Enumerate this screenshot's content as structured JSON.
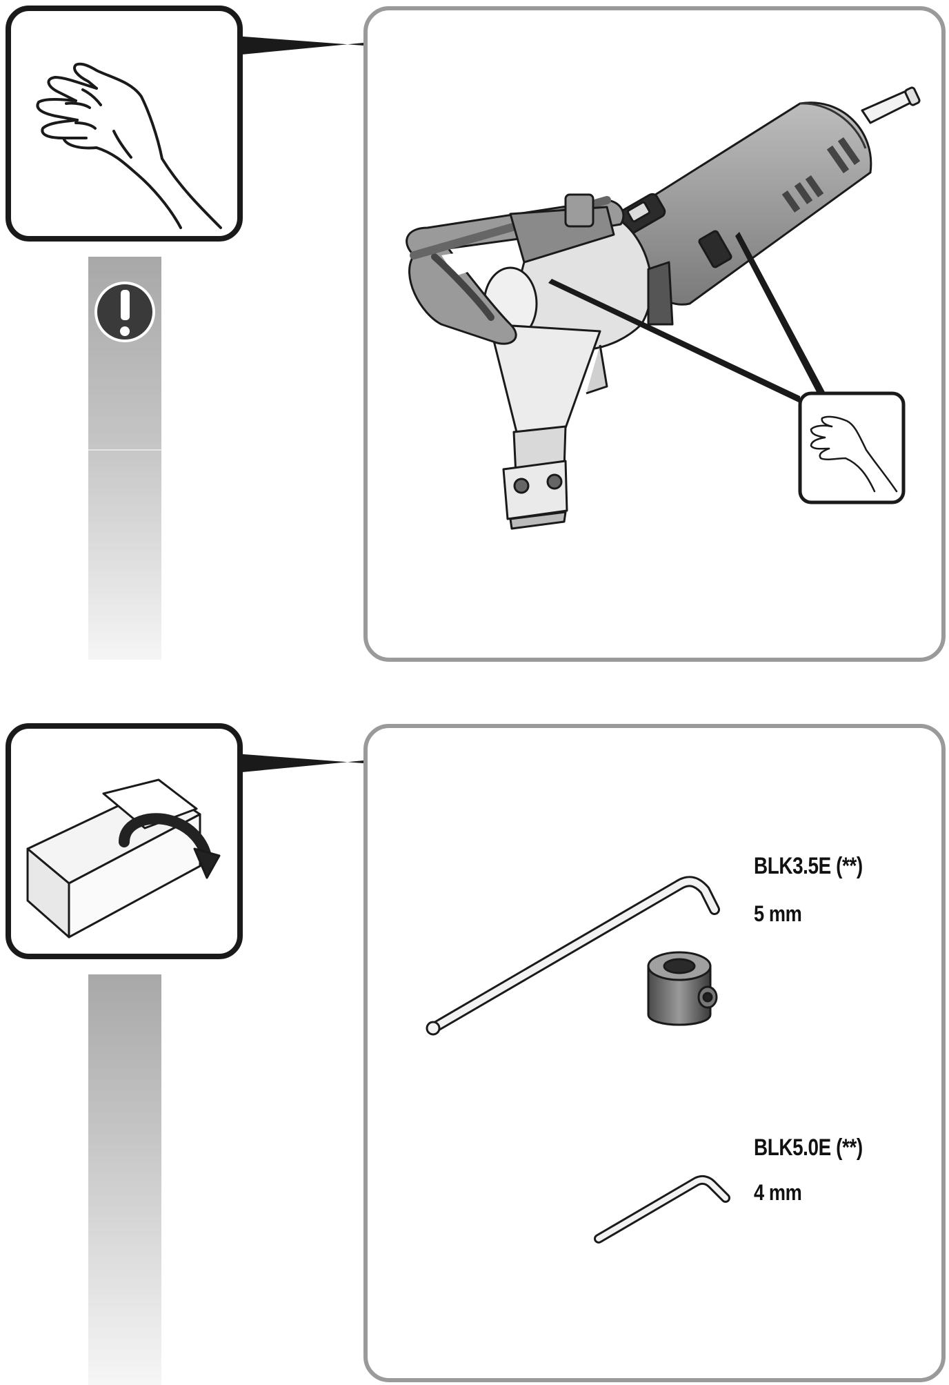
{
  "section1": {
    "bubble_icon": "hand-icon",
    "warning_icon": "exclamation-icon",
    "panel_icon": "nibbler-tool-illustration",
    "callout_icon": "hand-icon"
  },
  "section2": {
    "bubble_icon": "open-box-icon",
    "panel_icon": "hex-key-illustration",
    "items": [
      {
        "model": "BLK3.5E (**)",
        "size": "5 mm",
        "icon": "hex-key-with-collar"
      },
      {
        "model": "BLK5.0E (**)",
        "size": "4 mm",
        "icon": "small-hex-key"
      }
    ]
  },
  "colors": {
    "outline": "#1a1a1a",
    "panel_border": "#9a9a9a",
    "bar_top": "#a6a6a6",
    "bar_bottom": "#f4f4f4"
  }
}
